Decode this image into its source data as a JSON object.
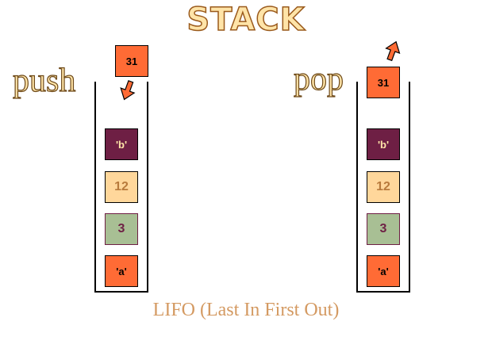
{
  "title": "STACK",
  "caption": "LIFO (Last In First Out)",
  "push": {
    "label": "push",
    "incoming": "31",
    "items": [
      "'b'",
      "12",
      "3",
      "'a'"
    ]
  },
  "pop": {
    "label": "pop",
    "outgoing": "31",
    "items": [
      "'b'",
      "12",
      "3",
      "'a'"
    ]
  },
  "colors": {
    "orange": "#ff6b35",
    "maroon": "#6e1f44",
    "peach": "#ffd79b",
    "sage": "#a8bf94",
    "title_fill": "#ffe4a8",
    "caption": "#d49a62"
  }
}
